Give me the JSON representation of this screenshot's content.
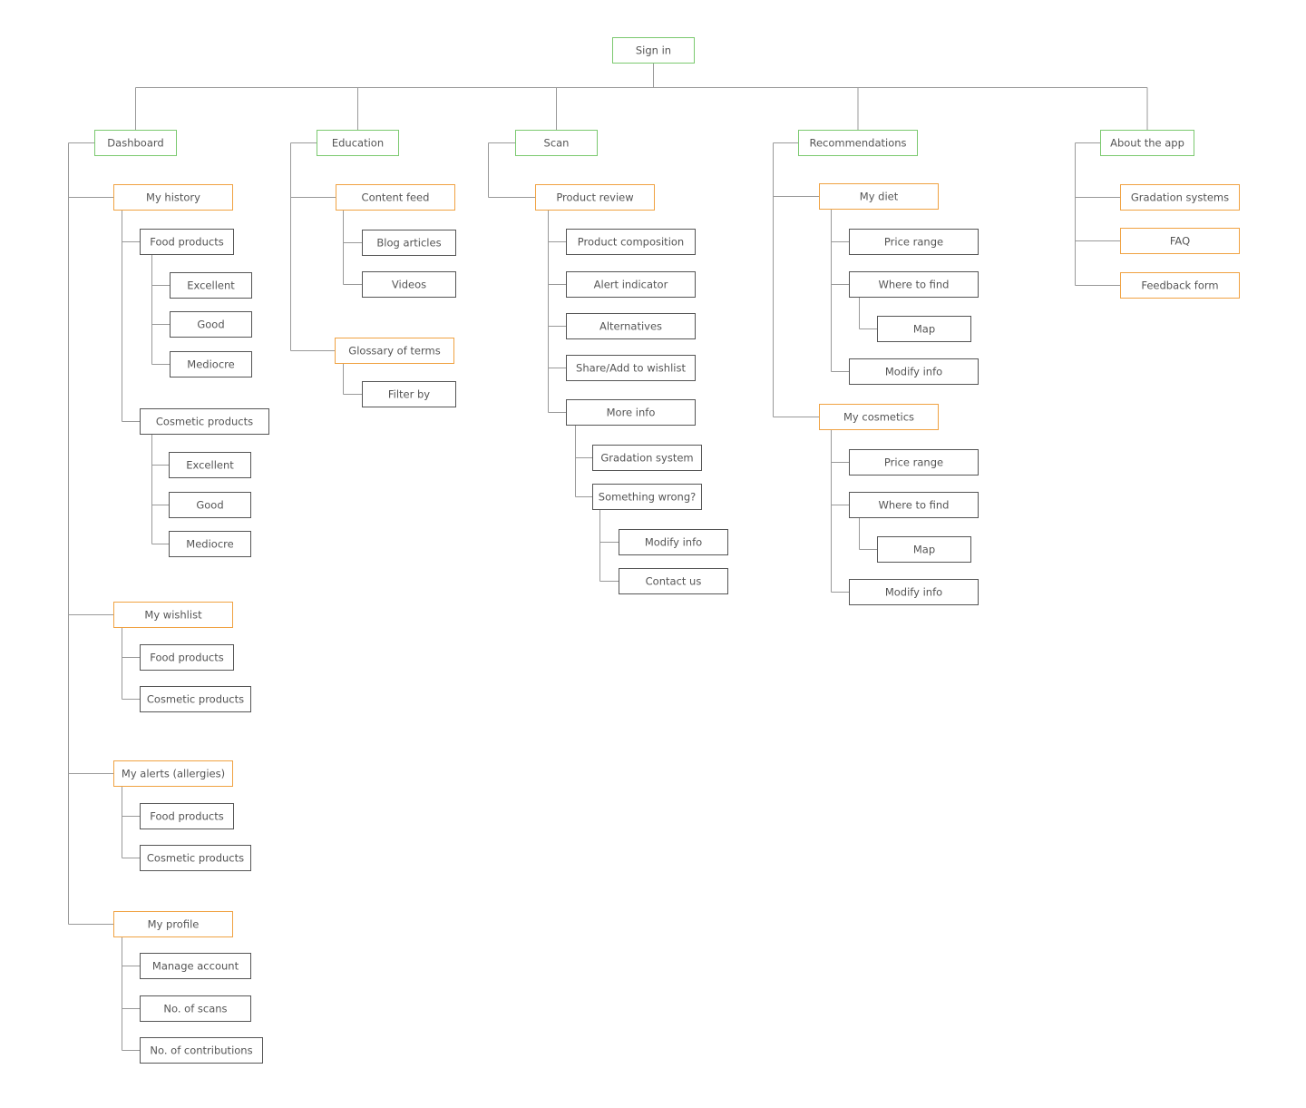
{
  "colors": {
    "level1": "#7bc96f",
    "level2": "#f0a242",
    "level3": "#555555",
    "line": "#999999",
    "text": "#555555"
  },
  "root": {
    "label": "Sign in"
  },
  "sections": [
    {
      "label": "Dashboard",
      "children": [
        {
          "label": "My history",
          "children": [
            {
              "label": "Food products",
              "children": [
                {
                  "label": "Excellent"
                },
                {
                  "label": "Good"
                },
                {
                  "label": "Mediocre"
                }
              ]
            },
            {
              "label": "Cosmetic products",
              "children": [
                {
                  "label": "Excellent"
                },
                {
                  "label": "Good"
                },
                {
                  "label": "Mediocre"
                }
              ]
            }
          ]
        },
        {
          "label": "My wishlist",
          "children": [
            {
              "label": "Food products"
            },
            {
              "label": "Cosmetic products"
            }
          ]
        },
        {
          "label": "My alerts (allergies)",
          "children": [
            {
              "label": "Food products"
            },
            {
              "label": "Cosmetic products"
            }
          ]
        },
        {
          "label": "My profile",
          "children": [
            {
              "label": "Manage account"
            },
            {
              "label": "No. of scans"
            },
            {
              "label": "No. of contributions"
            }
          ]
        }
      ]
    },
    {
      "label": "Education",
      "children": [
        {
          "label": "Content feed",
          "children": [
            {
              "label": "Blog articles"
            },
            {
              "label": "Videos"
            }
          ]
        },
        {
          "label": "Glossary of terms",
          "children": [
            {
              "label": "Filter by"
            }
          ]
        }
      ]
    },
    {
      "label": "Scan",
      "children": [
        {
          "label": "Product review",
          "children": [
            {
              "label": "Product composition"
            },
            {
              "label": "Alert indicator"
            },
            {
              "label": "Alternatives"
            },
            {
              "label": "Share/Add to wishlist"
            },
            {
              "label": "More info",
              "children": [
                {
                  "label": "Gradation system"
                },
                {
                  "label": "Something wrong?",
                  "children": [
                    {
                      "label": "Modify info"
                    },
                    {
                      "label": "Contact us"
                    }
                  ]
                }
              ]
            }
          ]
        }
      ]
    },
    {
      "label": "Recommendations",
      "children": [
        {
          "label": "My diet",
          "children": [
            {
              "label": "Price range"
            },
            {
              "label": "Where to find",
              "children": [
                {
                  "label": "Map"
                }
              ]
            },
            {
              "label": "Modify info"
            }
          ]
        },
        {
          "label": "My cosmetics",
          "children": [
            {
              "label": "Price range"
            },
            {
              "label": "Where to find",
              "children": [
                {
                  "label": "Map"
                }
              ]
            },
            {
              "label": "Modify info"
            }
          ]
        }
      ]
    },
    {
      "label": "About the app",
      "children": [
        {
          "label": "Gradation systems"
        },
        {
          "label": "FAQ"
        },
        {
          "label": "Feedback form"
        }
      ]
    }
  ]
}
